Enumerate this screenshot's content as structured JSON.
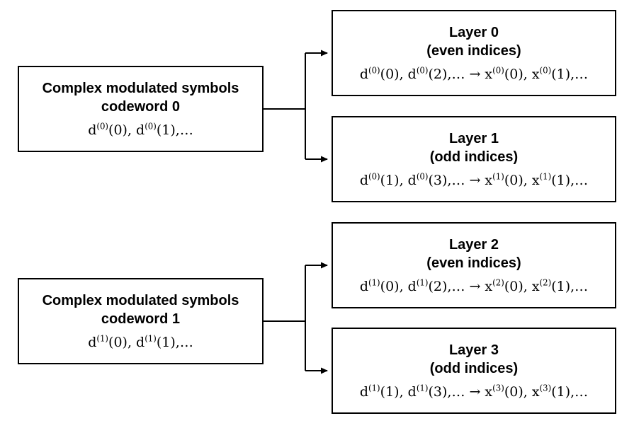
{
  "diagram": {
    "codeword0": {
      "source": {
        "title_line1": "Complex modulated symbols",
        "title_line2": "codeword 0",
        "symbols": "d^(0)(0), d^(0)(1),…"
      },
      "layers": [
        {
          "title": "Layer 0",
          "subtitle": "(even indices)",
          "mapping": "d^(0)(0), d^(0)(2),… → x^(0)(0), x^(0)(1),…"
        },
        {
          "title": "Layer 1",
          "subtitle": "(odd indices)",
          "mapping": "d^(0)(1), d^(0)(3),… → x^(1)(0), x^(1)(1),…"
        }
      ]
    },
    "codeword1": {
      "source": {
        "title_line1": "Complex modulated symbols",
        "title_line2": "codeword 1",
        "symbols": "d^(1)(0), d^(1)(1),…"
      },
      "layers": [
        {
          "title": "Layer 2",
          "subtitle": "(even indices)",
          "mapping": "d^(1)(0), d^(1)(2),… → x^(2)(0), x^(2)(1),…"
        },
        {
          "title": "Layer 3",
          "subtitle": "(odd indices)",
          "mapping": "d^(1)(1), d^(1)(3),… → x^(3)(0), x^(3)(1),…"
        }
      ]
    },
    "colors": {
      "background": "#ffffff",
      "border": "#000000",
      "line": "#000000",
      "text": "#000000"
    }
  }
}
